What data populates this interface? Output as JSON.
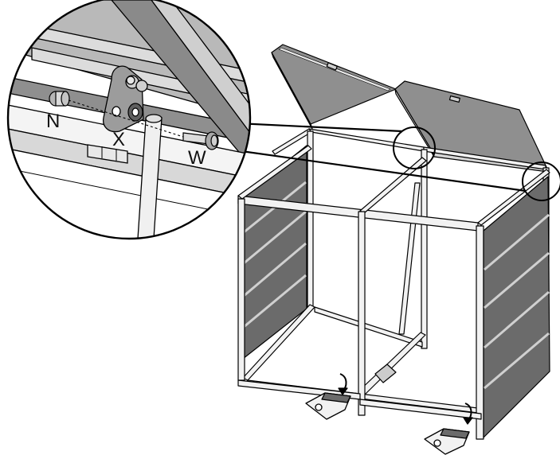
{
  "callout": {
    "labels": {
      "n": "N",
      "x": "X",
      "w": "W"
    }
  },
  "colors": {
    "line": "#000000",
    "panel_dark": "#6b6b6b",
    "panel_mid": "#9a9a9a",
    "lid_fill": "#8f8f8f",
    "frame_light": "#f2f2f2",
    "background": "#ffffff"
  },
  "icons": [
    "pedal-arrow-icon",
    "foot-pedal-icon"
  ]
}
